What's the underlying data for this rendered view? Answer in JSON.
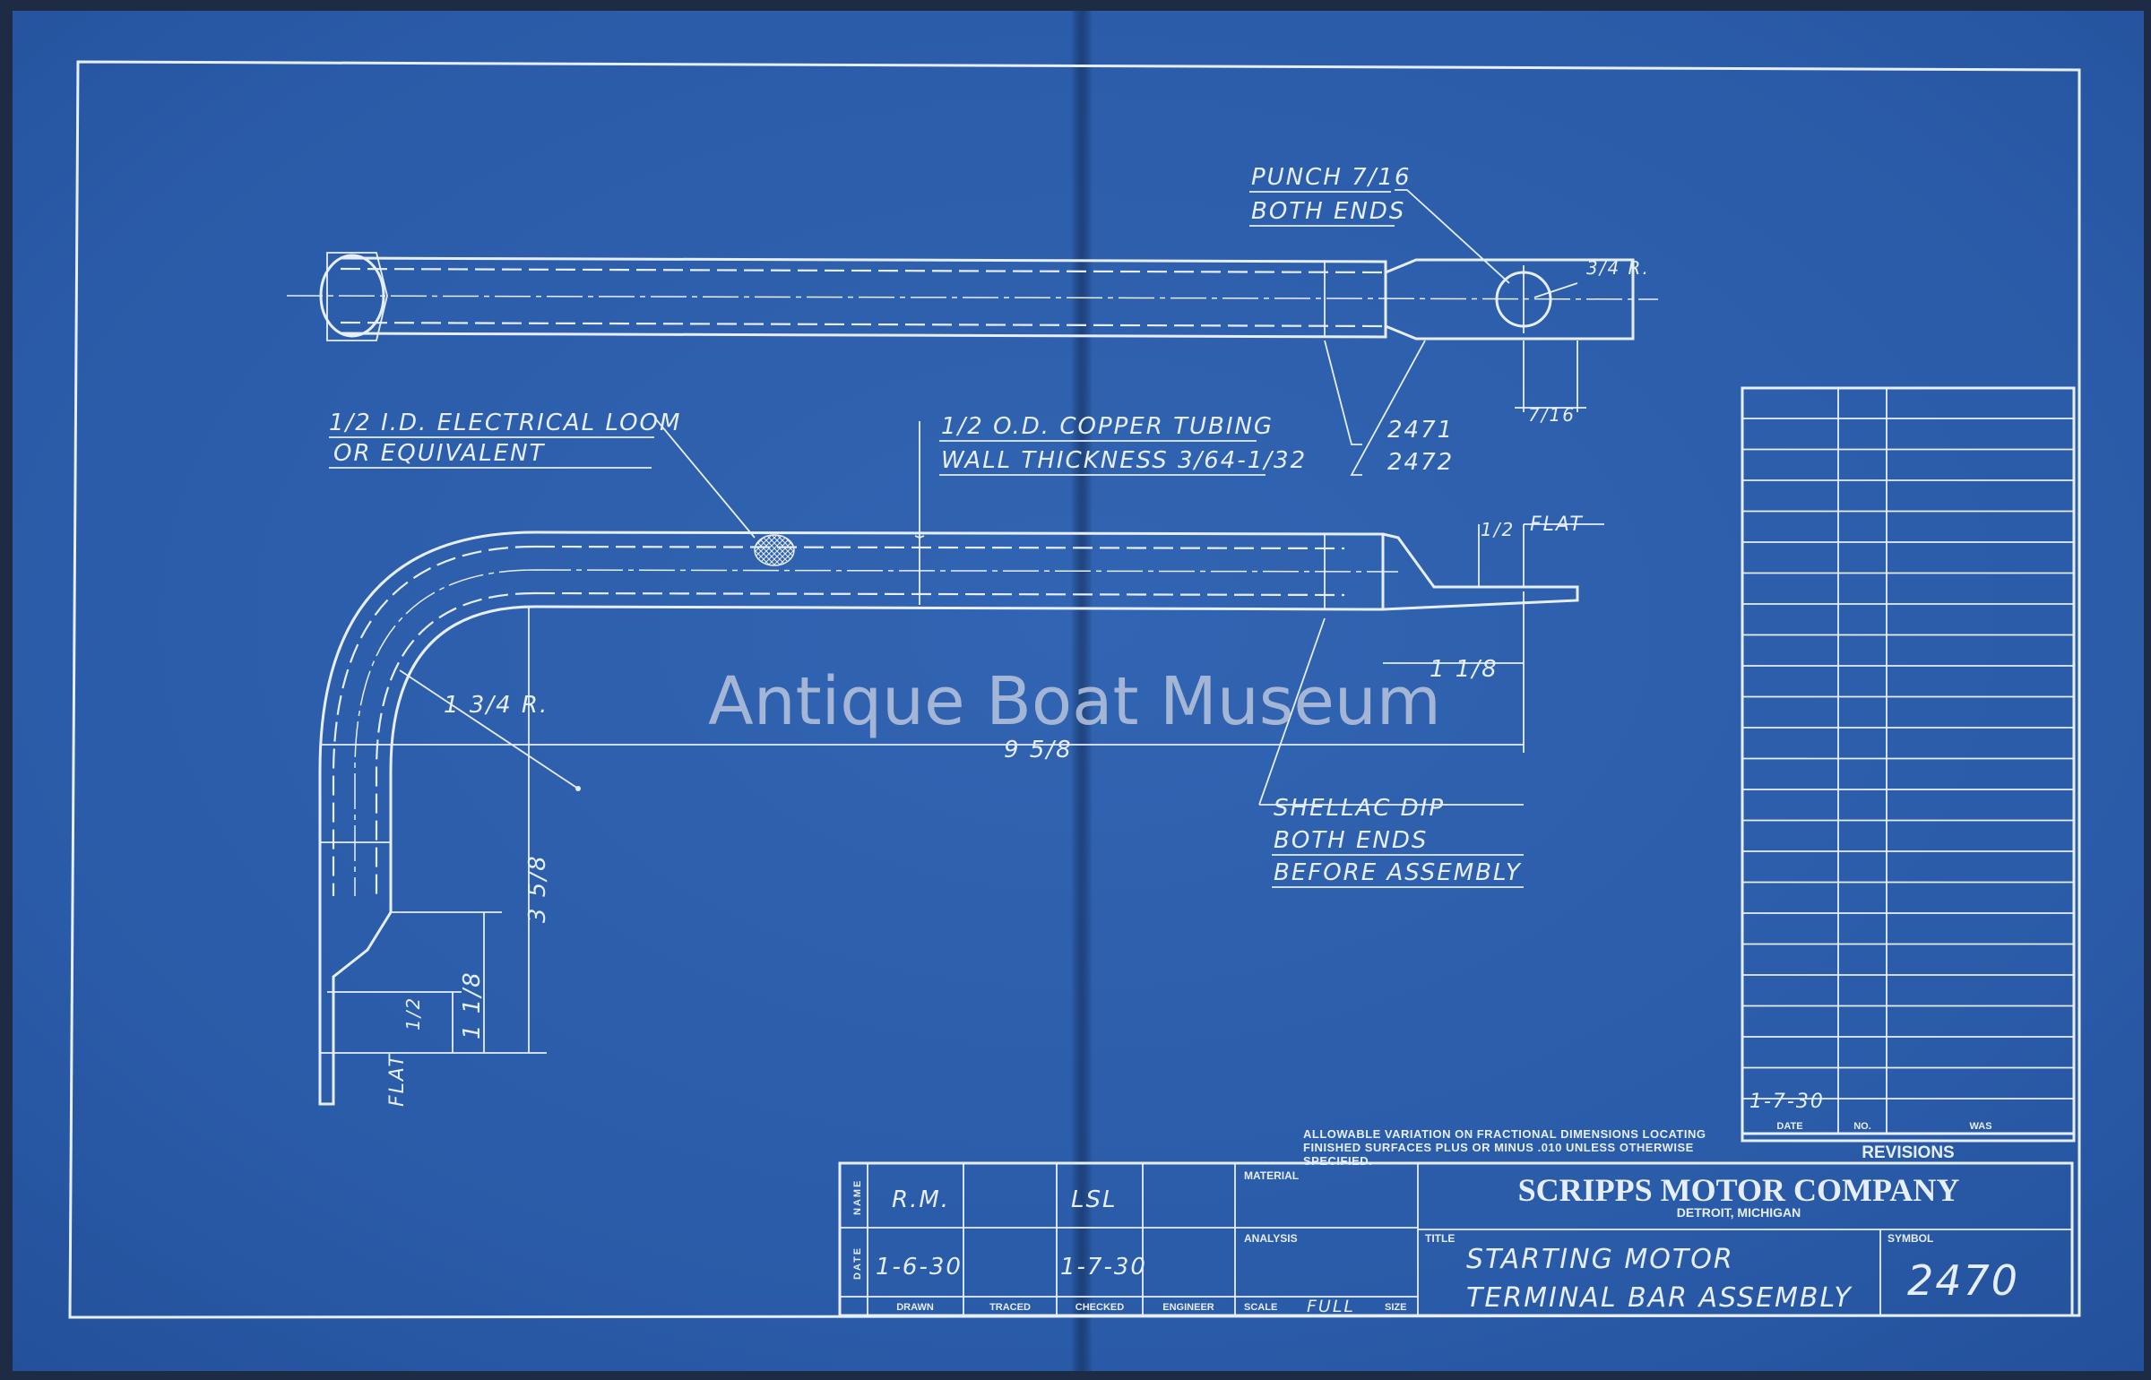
{
  "watermark": "Antique Boat Museum",
  "colors": {
    "paper": "#2c5eab",
    "line": "#e6eef8",
    "edge": "#1d2b44"
  },
  "top_view": {
    "punch_note": [
      "PUNCH 7/16",
      "BOTH ENDS"
    ],
    "radius": "3/4 R.",
    "width_dim": "7/16",
    "part_refs": [
      "2471",
      "2472"
    ]
  },
  "side_view": {
    "loom_note": [
      "1/2 I.D. ELECTRICAL LOOM",
      "OR EQUIVALENT"
    ],
    "tubing_note": [
      "1/2 O.D. COPPER TUBING",
      "WALL THICKNESS 3/64-1/32"
    ],
    "flat_right": {
      "dim": "1/2",
      "label": "FLAT"
    },
    "flat_length_right": "1 1/8",
    "bend_radius": "1 3/4 R.",
    "overall_length": "9 5/8",
    "height": "3 5/8",
    "flat_length_left": "1 1/8",
    "flat_left": {
      "dim": "1/2",
      "label": "FLAT"
    },
    "shellac_note": [
      "SHELLAC DIP",
      "BOTH ENDS",
      "BEFORE ASSEMBLY"
    ]
  },
  "tolerance_note": [
    "ALLOWABLE VARIATION ON FRACTIONAL DIMENSIONS LOCATING",
    "FINISHED SURFACES PLUS OR MINUS .010 UNLESS OTHERWISE",
    "SPECIFIED."
  ],
  "revisions": {
    "title": "REVISIONS",
    "columns": [
      "DATE",
      "NO.",
      "WAS"
    ],
    "entries": [
      {
        "date": "1-7-30",
        "no": "",
        "was": ""
      }
    ]
  },
  "title_block": {
    "row_labels": [
      "NAME",
      "DATE"
    ],
    "columns": [
      "DRAWN",
      "TRACED",
      "CHECKED",
      "ENGINEER"
    ],
    "names": {
      "drawn": "R.M.",
      "checked": "LSL"
    },
    "dates": {
      "drawn": "1-6-30",
      "checked": "1-7-30"
    },
    "material_label": "MATERIAL",
    "analysis_label": "ANALYSIS",
    "scale_label": "SCALE",
    "scale_value": "FULL",
    "scale_suffix": "SIZE",
    "company": "SCRIPPS MOTOR COMPANY",
    "location": "DETROIT, MICHIGAN",
    "title_label": "TITLE",
    "title_lines": [
      "STARTING MOTOR",
      "TERMINAL BAR ASSEMBLY"
    ],
    "symbol_label": "SYMBOL",
    "symbol": "2470"
  }
}
